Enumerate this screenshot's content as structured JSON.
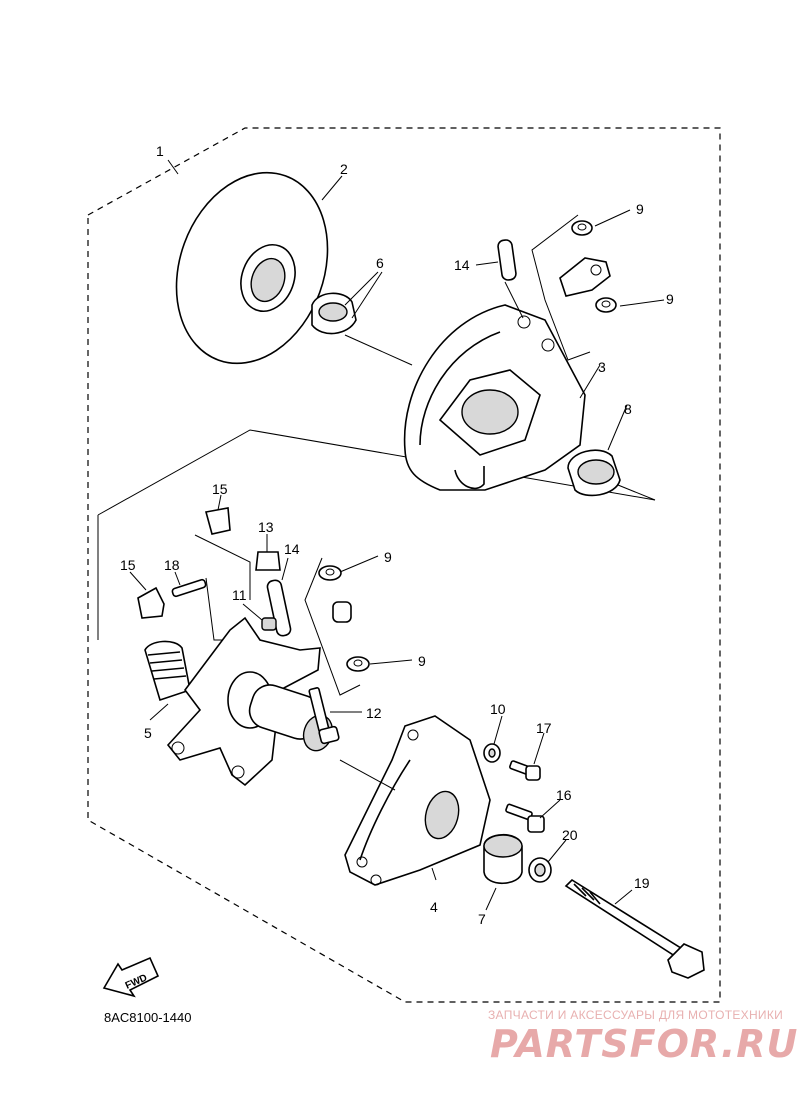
{
  "diagram": {
    "callouts": [
      {
        "id": "c1",
        "label": "1"
      },
      {
        "id": "c2",
        "label": "2"
      },
      {
        "id": "c3",
        "label": "3"
      },
      {
        "id": "c4",
        "label": "4"
      },
      {
        "id": "c5",
        "label": "5"
      },
      {
        "id": "c6",
        "label": "6"
      },
      {
        "id": "c7",
        "label": "7"
      },
      {
        "id": "c8",
        "label": "8"
      },
      {
        "id": "c9a",
        "label": "9"
      },
      {
        "id": "c9b",
        "label": "9"
      },
      {
        "id": "c9c",
        "label": "9"
      },
      {
        "id": "c9d",
        "label": "9"
      },
      {
        "id": "c10",
        "label": "10"
      },
      {
        "id": "c11",
        "label": "11"
      },
      {
        "id": "c12",
        "label": "12"
      },
      {
        "id": "c13",
        "label": "13"
      },
      {
        "id": "c14a",
        "label": "14"
      },
      {
        "id": "c14b",
        "label": "14"
      },
      {
        "id": "c15a",
        "label": "15"
      },
      {
        "id": "c15b",
        "label": "15"
      },
      {
        "id": "c16",
        "label": "16"
      },
      {
        "id": "c17",
        "label": "17"
      },
      {
        "id": "c18",
        "label": "18"
      },
      {
        "id": "c19",
        "label": "19"
      },
      {
        "id": "c20",
        "label": "20"
      }
    ],
    "fwd_label": "FWD",
    "drawing_code": "8AC8100-1440"
  },
  "watermark": {
    "tagline": "ЗАПЧАСТИ И АКСЕССУАРЫ ДЛЯ МОТОТЕХНИКИ",
    "brand": "PARTSFOR.RU",
    "color": "#e7a9a9"
  }
}
